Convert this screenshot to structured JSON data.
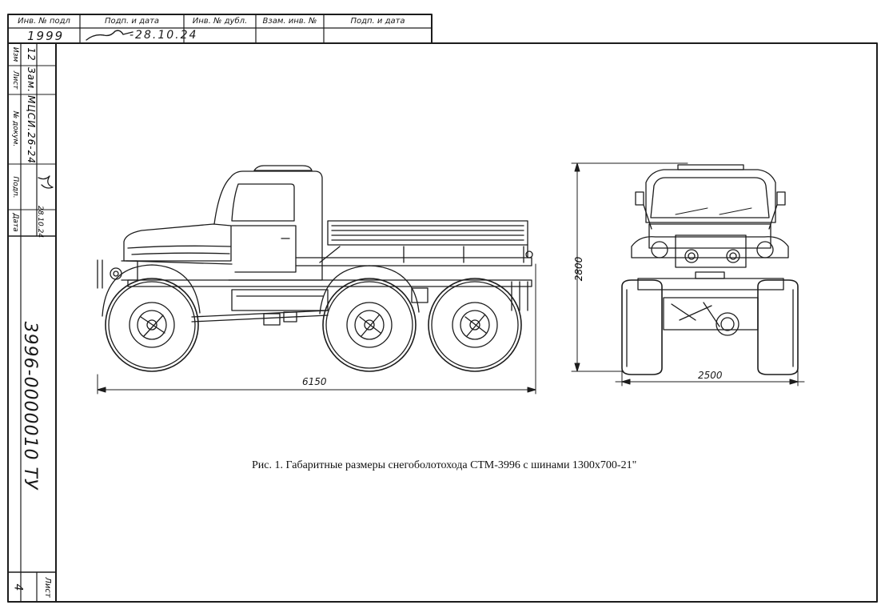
{
  "title_block": {
    "col_inv_podl": "Инв. № подл",
    "col_podp_data_1": "Подп. и дата",
    "col_inv_dubl": "Инв. № дубл.",
    "col_vzam_inv": "Взам. инв. №",
    "col_podp_data_2": "Подп. и дата",
    "inv_number_value": "1999",
    "date_value": "-28.10.24"
  },
  "side_block": {
    "izm_label": "Изм",
    "list_label": "Лист",
    "doc_label": "№ докум.",
    "podp_label": "Подп.",
    "data_label": "Дата",
    "izm_value": "12",
    "list_value": "Зам.",
    "doc_value": "МЦСИ.26-24",
    "date_value": "28.10.24",
    "document_code": "3996-0000010 ТУ",
    "sheet_label": "Лист",
    "sheet_number": "4"
  },
  "drawing": {
    "dim_length": "6150",
    "dim_height": "2800",
    "dim_width": "2500",
    "caption": "Рис. 1. Габаритные размеры снегоболотохода СТМ-3996 с шинами 1300х700-21\""
  }
}
